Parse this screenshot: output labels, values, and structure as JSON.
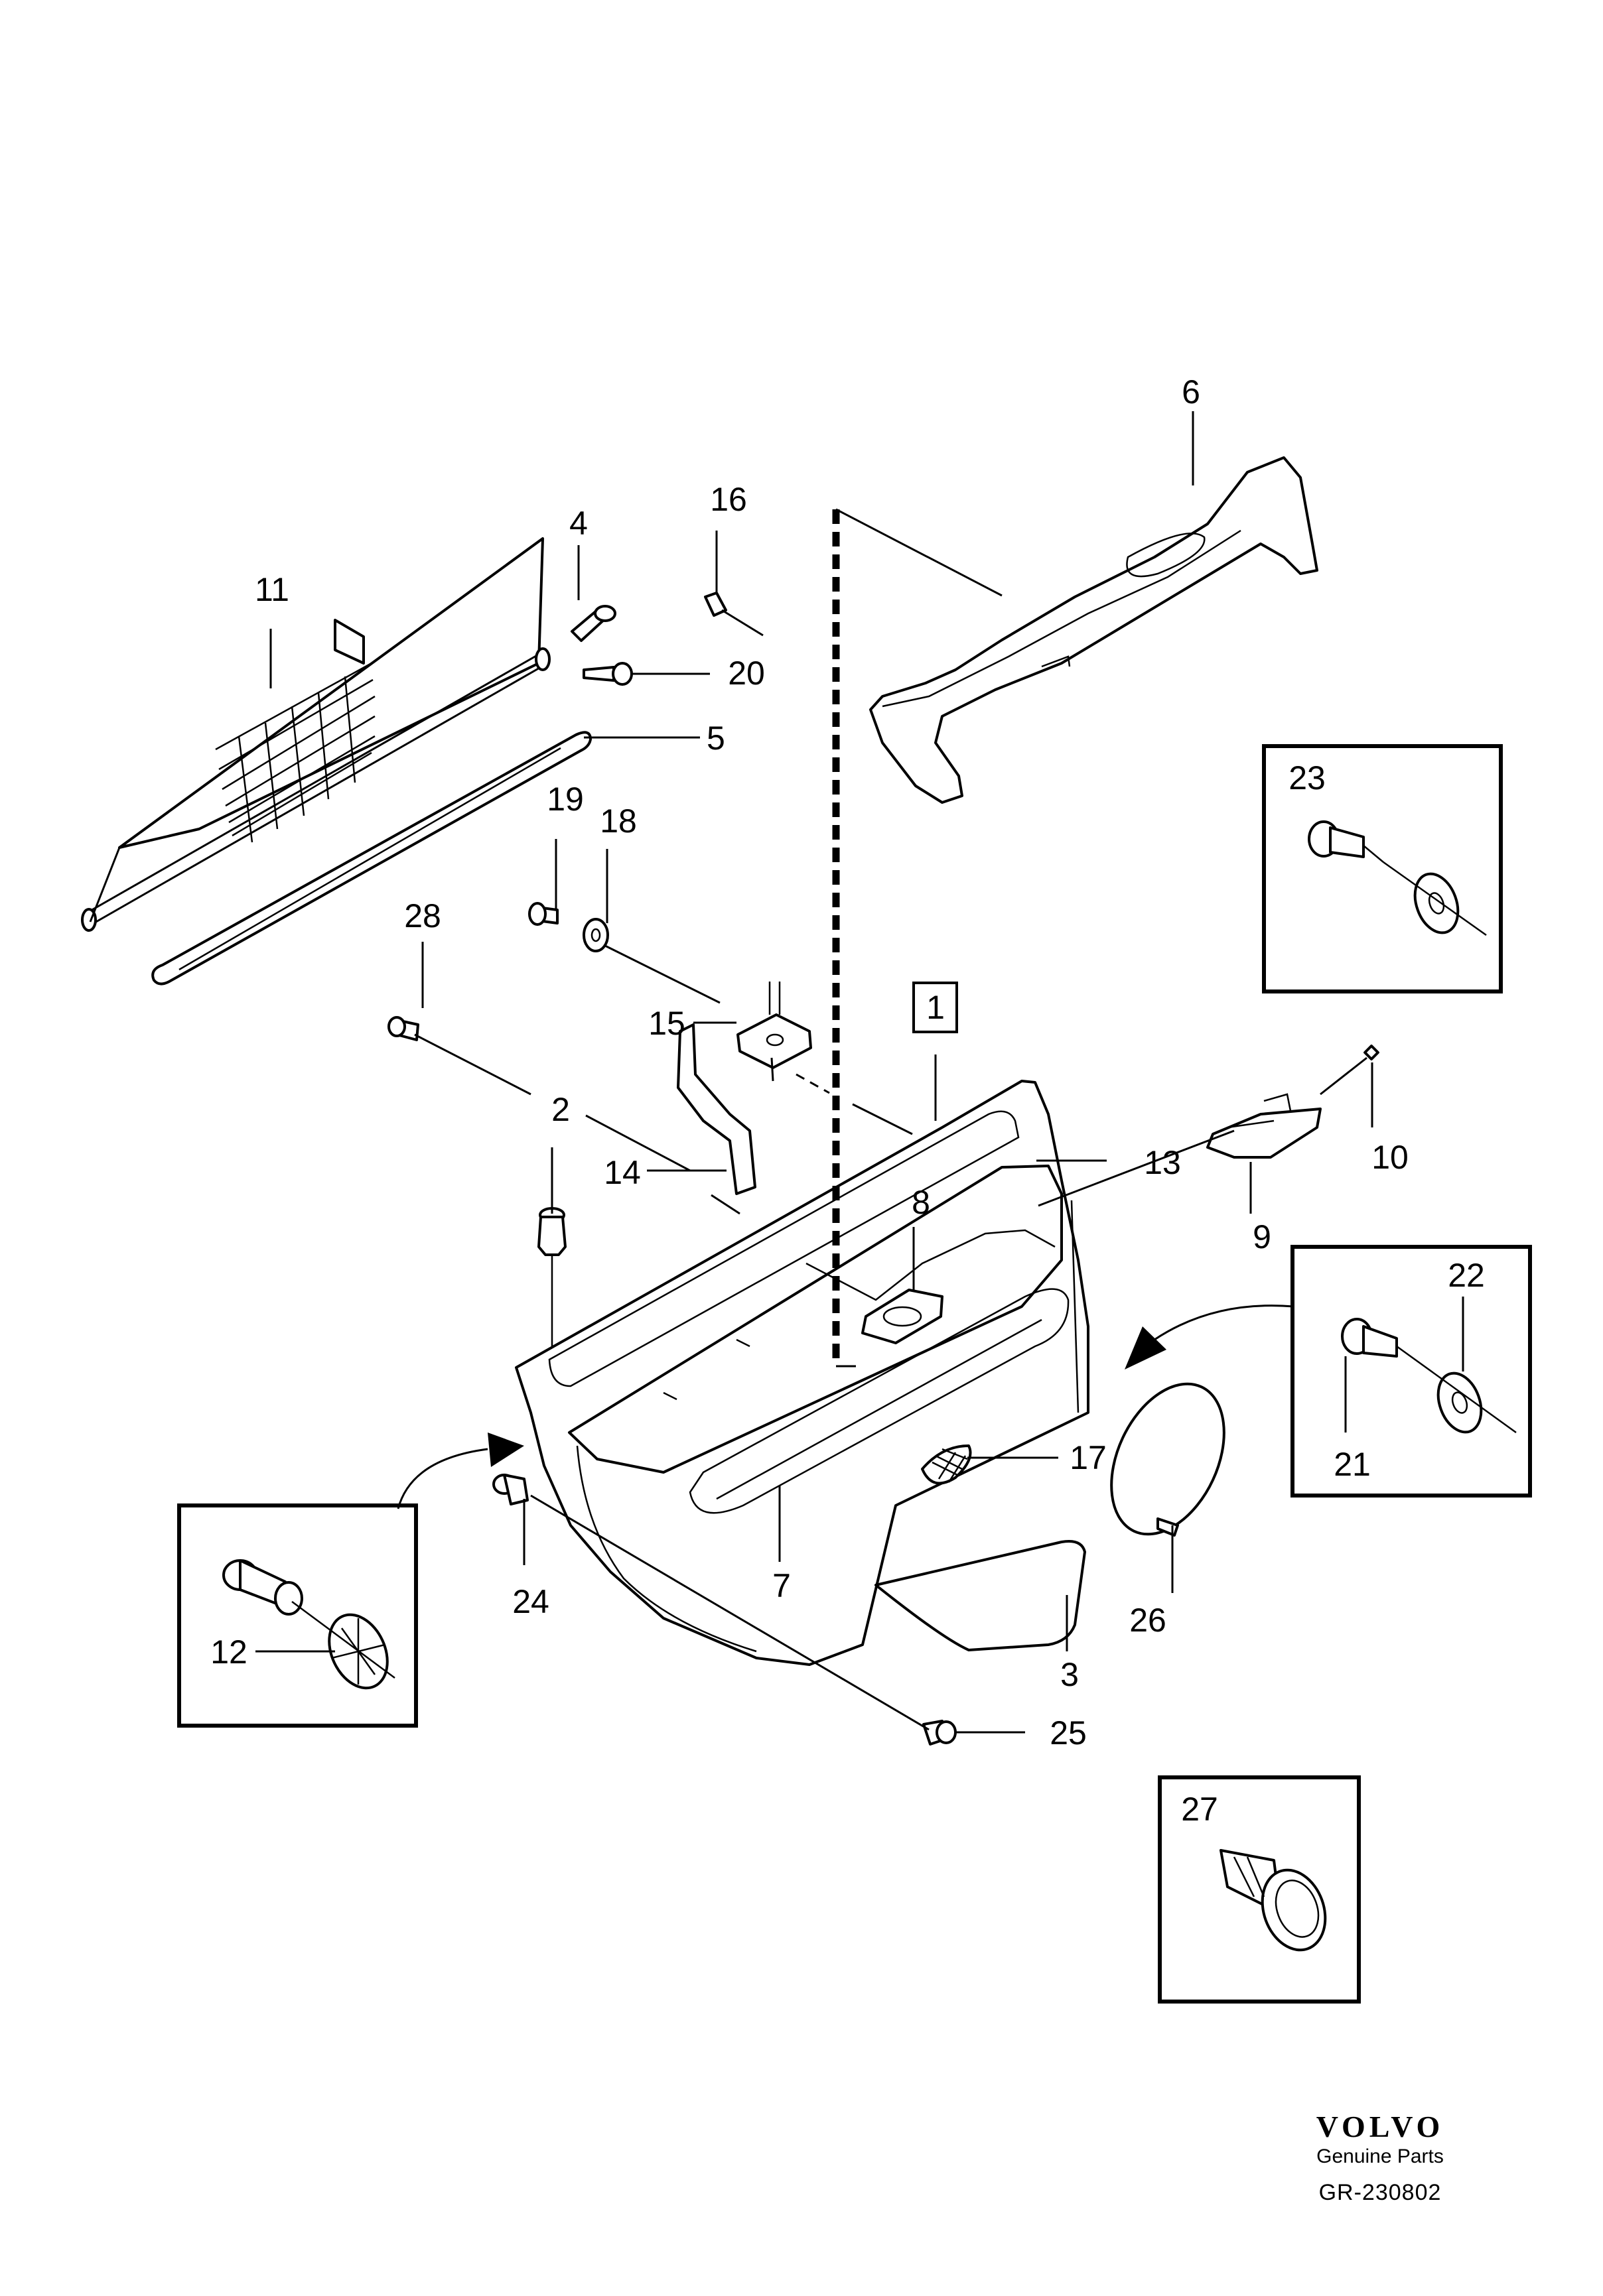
{
  "callouts": {
    "c1": "1",
    "c2": "2",
    "c3": "3",
    "c4": "4",
    "c5": "5",
    "c6": "6",
    "c7": "7",
    "c8": "8",
    "c9": "9",
    "c10": "10",
    "c11": "11",
    "c12": "12",
    "c13": "13",
    "c14": "14",
    "c15": "15",
    "c16": "16",
    "c17": "17",
    "c18": "18",
    "c19": "19",
    "c20": "20",
    "c21": "21",
    "c22": "22",
    "c23": "23",
    "c24": "24",
    "c25": "25",
    "c26": "26",
    "c27": "27",
    "c28": "28"
  },
  "footer": {
    "brand": "VOLVO",
    "subtitle": "Genuine Parts",
    "code": "GR-230802"
  }
}
